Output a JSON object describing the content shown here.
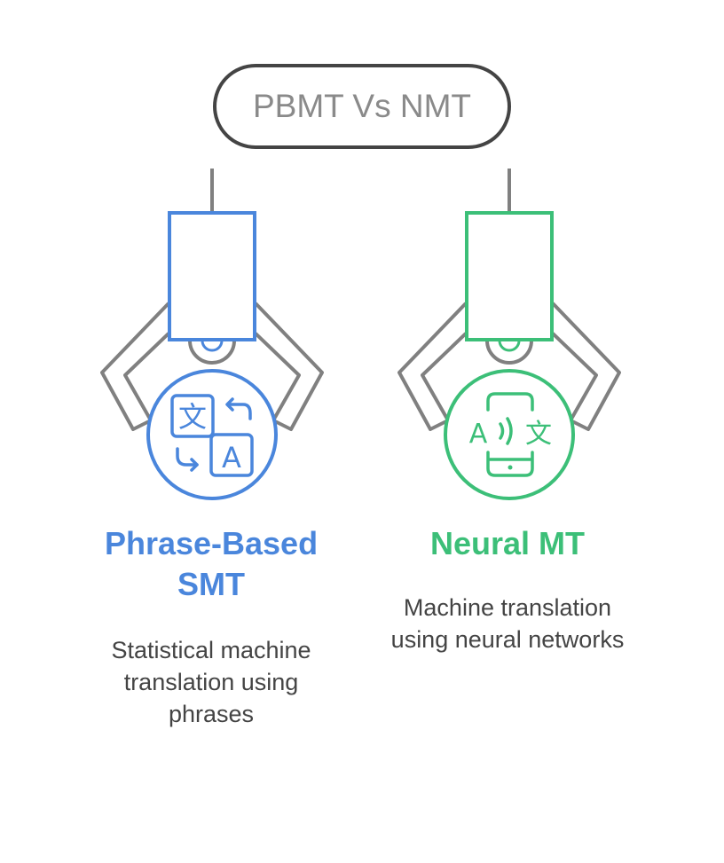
{
  "title": "PBMT Vs NMT",
  "colors": {
    "left_accent": "#4a86dc",
    "right_accent": "#3cbf78",
    "arm": "#808080",
    "pill_border": "#444444",
    "title_text": "#8a8a8a",
    "body_text": "#444444"
  },
  "left": {
    "heading": "Phrase-Based SMT",
    "description": "Statistical machine translation using phrases",
    "icon": "translate-icon",
    "icon_glyph_source": "文",
    "icon_glyph_target": "A"
  },
  "right": {
    "heading": "Neural MT",
    "description": "Machine translation using neural networks",
    "icon": "phone-translate-icon",
    "icon_glyph_source": "A",
    "icon_glyph_target": "文"
  }
}
